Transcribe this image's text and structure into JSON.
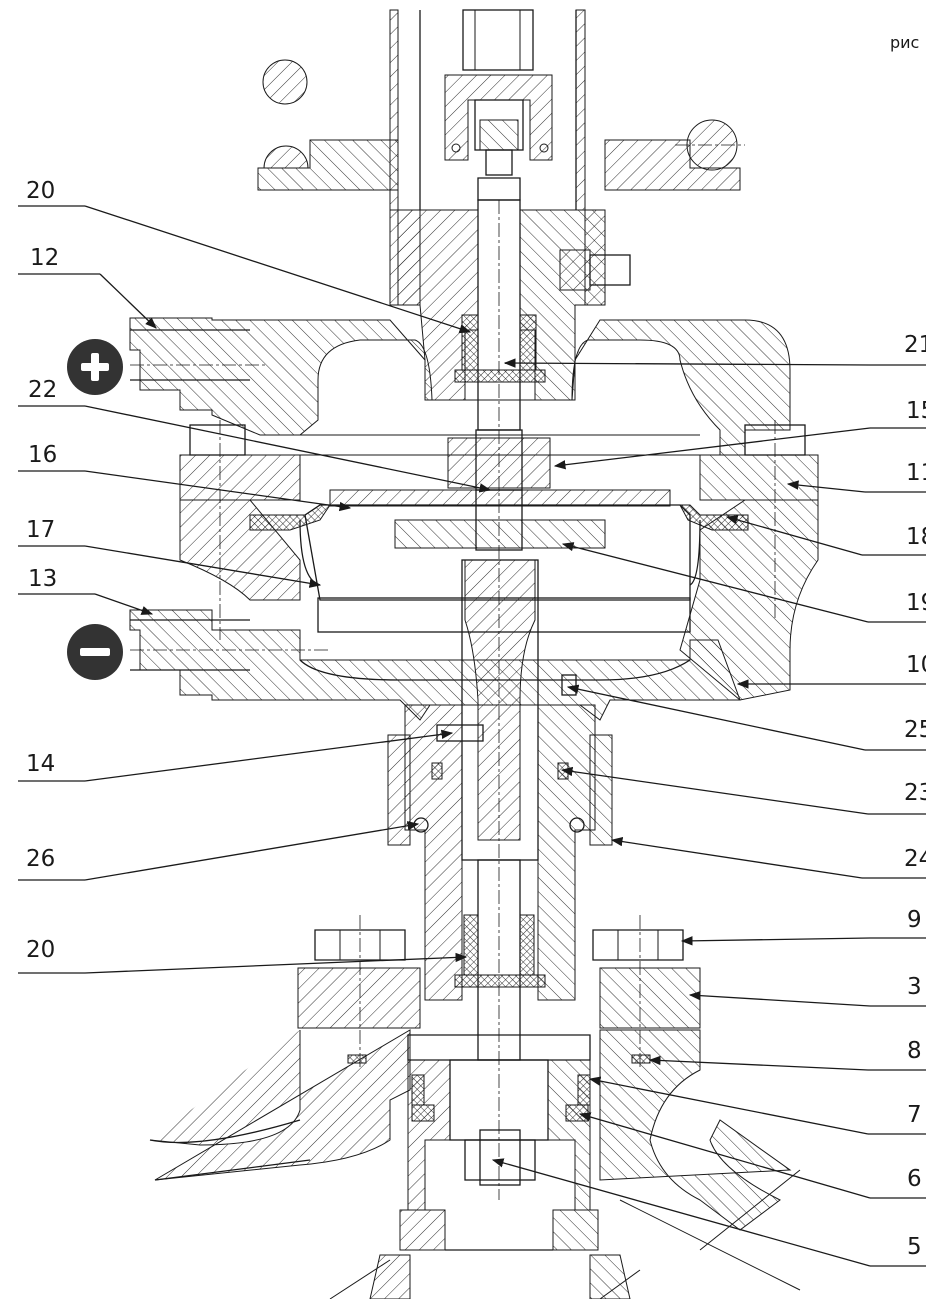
{
  "corner_text": "рис",
  "left_callouts": [
    {
      "text": "20",
      "key": "20a"
    },
    {
      "text": "12",
      "key": "12"
    },
    {
      "text": "22",
      "key": "22"
    },
    {
      "text": "16",
      "key": "16"
    },
    {
      "text": "17",
      "key": "17"
    },
    {
      "text": "13",
      "key": "13"
    },
    {
      "text": "14",
      "key": "14"
    },
    {
      "text": "26",
      "key": "26"
    },
    {
      "text": "20",
      "key": "20b"
    }
  ],
  "right_callouts": [
    {
      "text": "21",
      "key": "21"
    },
    {
      "text": "15",
      "key": "15"
    },
    {
      "text": "11",
      "key": "11"
    },
    {
      "text": "18",
      "key": "18"
    },
    {
      "text": "19",
      "key": "19"
    },
    {
      "text": "10",
      "key": "10"
    },
    {
      "text": "25",
      "key": "25"
    },
    {
      "text": "23",
      "key": "23"
    },
    {
      "text": "24",
      "key": "24"
    },
    {
      "text": "9",
      "key": "9"
    },
    {
      "text": "3",
      "key": "3"
    },
    {
      "text": "8",
      "key": "8"
    },
    {
      "text": "7",
      "key": "7"
    },
    {
      "text": "6",
      "key": "6"
    },
    {
      "text": "5",
      "key": "5"
    }
  ],
  "port_symbols": [
    {
      "icon": "plus-circle-icon"
    },
    {
      "icon": "minus-circle-icon"
    }
  ],
  "colors": {
    "ink": "#1a1a1a",
    "symbol_fill": "#333333",
    "background": "#ffffff"
  }
}
